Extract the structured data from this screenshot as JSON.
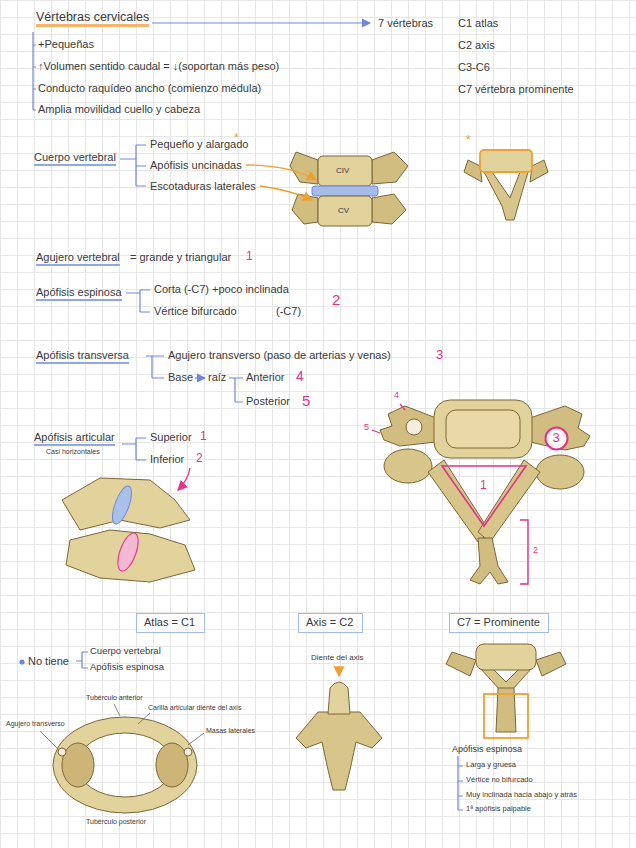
{
  "diagram": {
    "title": "Vértebras cervicales",
    "nodes": [
      {
        "text": [
          "3"
        ]
      },
      {
        "text": [
          "Atlas = C1"
        ]
      },
      {
        "text": [
          "Axis = C2"
        ]
      },
      {
        "text": [
          "C7 = Prominente"
        ]
      }
    ],
    "labels": [
      "7 vértebras",
      "C1 atlas",
      "C2 axis",
      "C3-C6",
      "C7 vértebra prominente",
      "+Pequeñas",
      "↑Volumen sentido caudal = ↓(soportan más peso)",
      "Conducto raquídeo ancho (comienzo médula)",
      "Amplia movilidad cuello y cabeza",
      "Cuerpo vertebral",
      "Pequeño y alargado",
      "*",
      "Apófisis uncinadas",
      "Escotaduras laterales",
      "CIV",
      "CV",
      "*",
      "Agujero vertebral",
      "= grande y triangular",
      "1",
      "Apófisis espinosa",
      "Corta (-C7) +poco inclinada",
      "Vértice bifurcado",
      "(-C7)",
      "2",
      "Apófisis transversa",
      "Agujero transverso (paso de arterias y venas)",
      "3",
      "Base",
      "raíz",
      "Anterior",
      "4",
      "Posterior",
      "5",
      "Apófisis articular",
      "Casi horizontales",
      "Superior",
      "1",
      "Inferior",
      "2",
      "4",
      "5",
      "1",
      "2",
      "No tiene",
      "Cuerpo vertebral",
      "Apófisis espinosa",
      "Diente del axis",
      "Tubérculo anterior",
      "Carilla articular diente del axis",
      "Masas laterales",
      "Agujero transverso",
      "Tubérculo posterior",
      "Apófisis espinosa",
      "Larga y gruesa",
      "Vértice no bifurcado",
      "Muy inclinada hacia abajo y atrás",
      "1ª apófisis palpable"
    ]
  }
}
